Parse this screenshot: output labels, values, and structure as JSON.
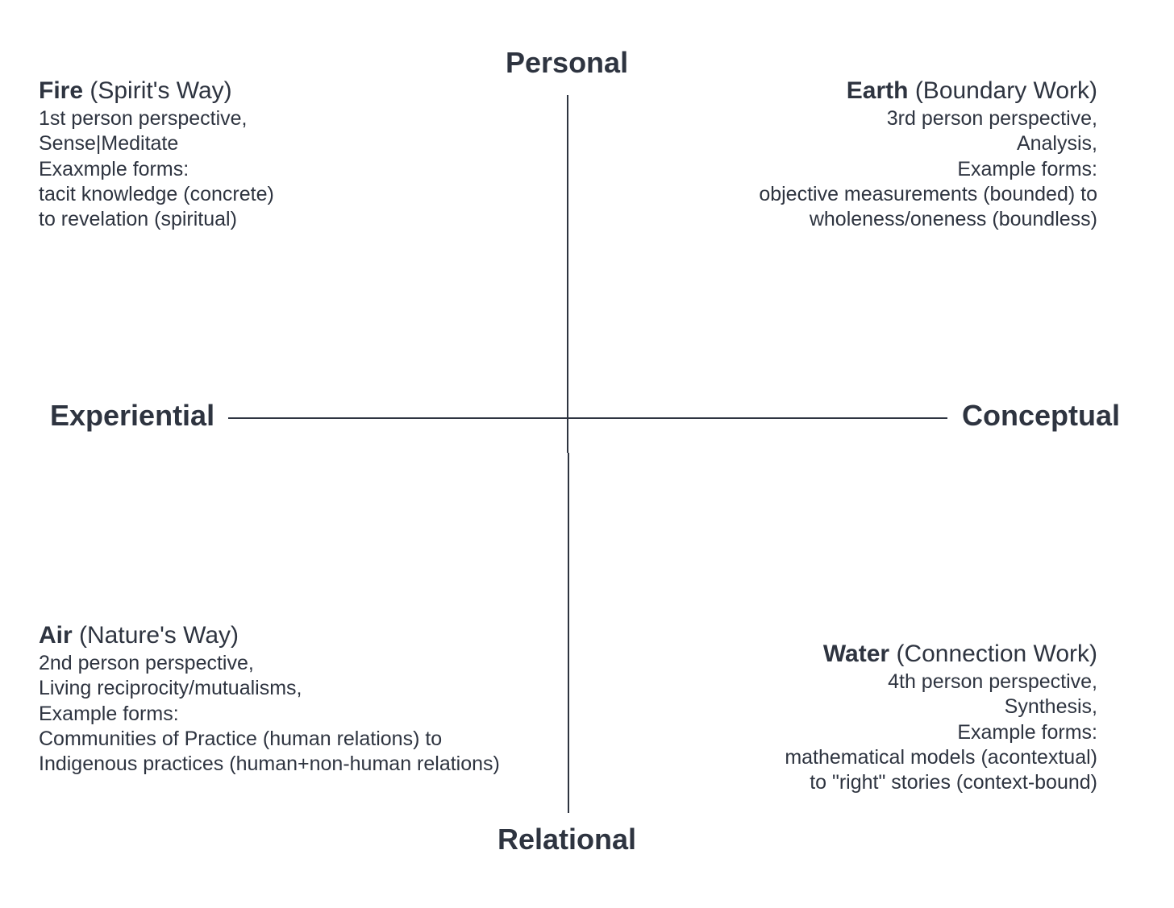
{
  "axes": {
    "top": "Personal",
    "bottom": "Relational",
    "left": "Experiential",
    "right": "Conceptual"
  },
  "quadrants": {
    "fire": {
      "name": "Fire",
      "subtitle": "(Spirit's Way)",
      "lines": [
        "1st person perspective,",
        "Sense|Meditate",
        "Exaxmple forms:",
        "tacit knowledge (concrete)",
        "to revelation (spiritual)"
      ]
    },
    "earth": {
      "name": "Earth",
      "subtitle": "(Boundary Work)",
      "lines": [
        "3rd person perspective,",
        "Analysis,",
        "Example forms:",
        "objective measurements (bounded) to",
        "wholeness/oneness (boundless)"
      ]
    },
    "air": {
      "name": "Air",
      "subtitle": "(Nature's Way)",
      "lines": [
        "2nd person perspective,",
        "Living reciprocity/mutualisms,",
        "Example forms:",
        "Communities of Practice (human relations) to",
        "Indigenous practices (human+non-human relations)"
      ]
    },
    "water": {
      "name": "Water",
      "subtitle": "(Connection Work)",
      "lines": [
        "4th person perspective,",
        "Synthesis,",
        "Example forms:",
        "mathematical models (acontextual)",
        "to \"right\" stories (context-bound)"
      ]
    }
  },
  "colors": {
    "text": "#2e3440",
    "line": "#2e3440",
    "background": "#ffffff"
  }
}
